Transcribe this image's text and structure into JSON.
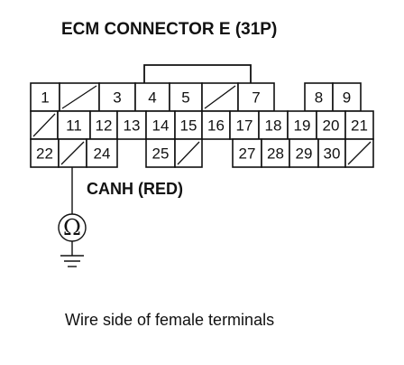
{
  "title": "ECM CONNECTOR E (31P)",
  "connector": {
    "terminals": [
      {
        "label": "1"
      },
      {
        "label": ""
      },
      {
        "label": "3"
      },
      {
        "label": "4"
      },
      {
        "label": "5"
      },
      {
        "label": ""
      },
      {
        "label": "7"
      },
      {
        "label": "8"
      },
      {
        "label": "9"
      },
      {
        "label": ""
      },
      {
        "label": "11"
      },
      {
        "label": "12"
      },
      {
        "label": "13"
      },
      {
        "label": "14"
      },
      {
        "label": "15"
      },
      {
        "label": "16"
      },
      {
        "label": "17"
      },
      {
        "label": "18"
      },
      {
        "label": "19"
      },
      {
        "label": "20"
      },
      {
        "label": "21"
      },
      {
        "label": "22"
      },
      {
        "label": ""
      },
      {
        "label": "24"
      },
      {
        "label": "25"
      },
      {
        "label": ""
      },
      {
        "label": "27"
      },
      {
        "label": "28"
      },
      {
        "label": "29"
      },
      {
        "label": "30"
      },
      {
        "label": ""
      }
    ]
  },
  "probe_wire_label": "CANH (RED)",
  "meter_symbol": "Ω",
  "caption": "Wire side of female terminals"
}
